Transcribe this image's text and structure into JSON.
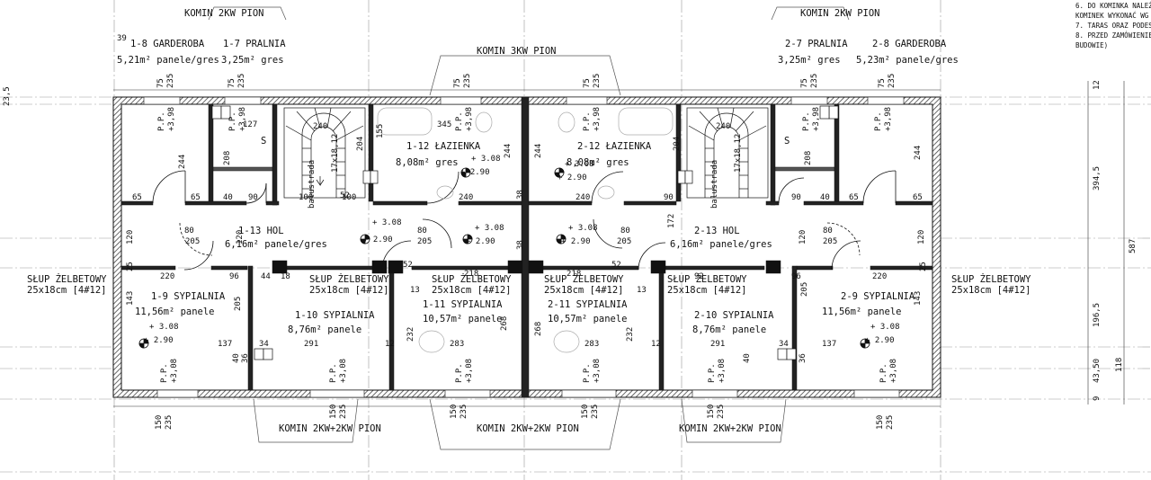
{
  "notes": [
    "6. DO KOMINKA NALEŻ",
    "KOMINEK WYKONAĆ WG",
    "7. TARAS ORAZ PODEST",
    "8. PRZED ZAMÓWIENIEM",
    "BUDOWIE)"
  ],
  "chimneys": {
    "top_left": "KOMIN 2KW PION",
    "top_right": "KOMIN 2KW PION",
    "top_center": "KOMIN 3KW PION",
    "bottom_left": "KOMIN 2KW+2KW PION",
    "bottom_center": "KOMIN 2KW+2KW PION",
    "bottom_right": "KOMIN 2KW+2KW PION"
  },
  "columns": {
    "title": "SŁUP ŻELBETOWY",
    "spec": "25x18cm [4#12]"
  },
  "rooms": {
    "r1_8": {
      "name": "1-8 GARDEROBA",
      "area": "5,21m² panele/gres"
    },
    "r1_7": {
      "name": "1-7 PRALNIA",
      "area": "3,25m² gres"
    },
    "r2_7": {
      "name": "2-7 PRALNIA",
      "area": "3,25m² gres"
    },
    "r2_8": {
      "name": "2-8 GARDEROBA",
      "area": "5,23m² panele/gres"
    },
    "r1_12": {
      "name": "1-12 ŁAZIENKA",
      "area": "8,08m² gres"
    },
    "r2_12": {
      "name": "2-12 ŁAZIENKA",
      "area": "8,08m² gres"
    },
    "r1_13": {
      "name": "1-13 HOL",
      "area": "6,16m² panele/gres"
    },
    "r2_13": {
      "name": "2-13 HOL",
      "area": "6,16m² panele/gres"
    },
    "r1_9": {
      "name": "1-9 SYPIALNIA",
      "area": "11,56m² panele"
    },
    "r1_10": {
      "name": "1-10 SYPIALNIA",
      "area": "8,76m² panele"
    },
    "r1_11": {
      "name": "1-11 SYPIALNIA",
      "area": "10,57m² panele"
    },
    "r2_11": {
      "name": "2-11 SYPIALNIA",
      "area": "10,57m² panele"
    },
    "r2_10": {
      "name": "2-10 SYPIALNIA",
      "area": "8,76m² panele"
    },
    "r2_9": {
      "name": "2-9 SYPIALNIA",
      "area": "11,56m² panele"
    }
  },
  "levels": {
    "floor": "+ 3.08",
    "ceiling": "+ 2.90",
    "pp": "P.P.",
    "pp_level": "+3,08",
    "pp_level_hi": "+3,98"
  },
  "stairs": {
    "label": "17x18,12",
    "rail": "balustrada"
  },
  "right_dims": [
    "12",
    "394,5",
    "587",
    "196,5",
    "118",
    "9",
    "43,50"
  ],
  "dims": {
    "d39": "39",
    "d75": "75",
    "d235": "235",
    "d150": "150",
    "d23_5": "23,5",
    "d65": "65",
    "d90": "90",
    "d80": "80",
    "d40": "40",
    "d100": "100",
    "d240": "240",
    "d244": "244",
    "d208": "208",
    "d205": "205",
    "d120": "120",
    "d220": "220",
    "d96": "96",
    "d143": "143",
    "d137": "137",
    "d34": "34",
    "d36": "36",
    "d291": "291",
    "d283": "283",
    "d268": "268",
    "d232": "232",
    "d12": "12",
    "d52": "52",
    "d155": "155",
    "d204": "204",
    "d172": "172",
    "d25": "25",
    "d38": "38",
    "d13": "13",
    "d44": "44",
    "d18": "18",
    "d92": "92",
    "d218": "218",
    "d345": "345",
    "d127": "127",
    "d9": "9"
  },
  "s_label": "S"
}
